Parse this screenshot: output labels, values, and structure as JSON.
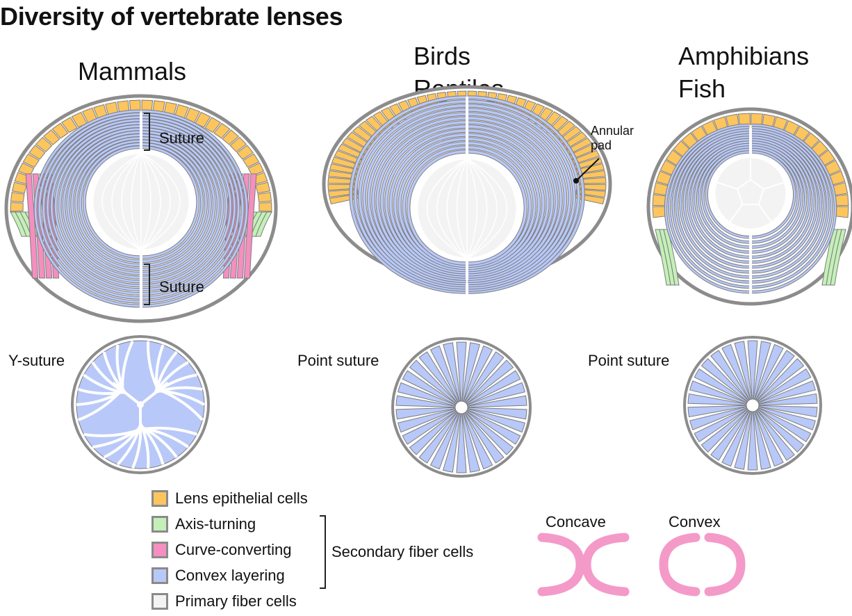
{
  "title": "Diversity of vertebrate lenses",
  "groups": {
    "mammals": {
      "label": "Mammals",
      "suture_top": "Suture",
      "suture_bottom": "Suture",
      "suture_type": "Y-suture"
    },
    "birds_reptiles": {
      "label_line1": "Birds",
      "label_line2": "Reptiles",
      "annotation_line1": "Annular",
      "annotation_line2": "pad",
      "suture_type": "Point suture"
    },
    "amphibians_fish": {
      "label_line1": "Amphibians",
      "label_line2": "Fish",
      "suture_type": "Point suture"
    }
  },
  "legend": {
    "items": [
      {
        "label": "Lens epithelial cells",
        "color": "#fdc55e"
      },
      {
        "label": "Axis-turning",
        "color": "#c4f0b8"
      },
      {
        "label": "Curve-converting",
        "color": "#f48fc0"
      },
      {
        "label": "Convex layering",
        "color": "#b8c8f8"
      },
      {
        "label": "Primary fiber cells",
        "color": "#f3f3f3"
      }
    ],
    "bracket_label": "Secondary fiber cells"
  },
  "curvature": {
    "concave_label": "Concave",
    "convex_label": "Convex",
    "color": "#f49ac8"
  },
  "colors": {
    "outline": "#8c8c8c",
    "cell_border": "#7d7d7d"
  }
}
